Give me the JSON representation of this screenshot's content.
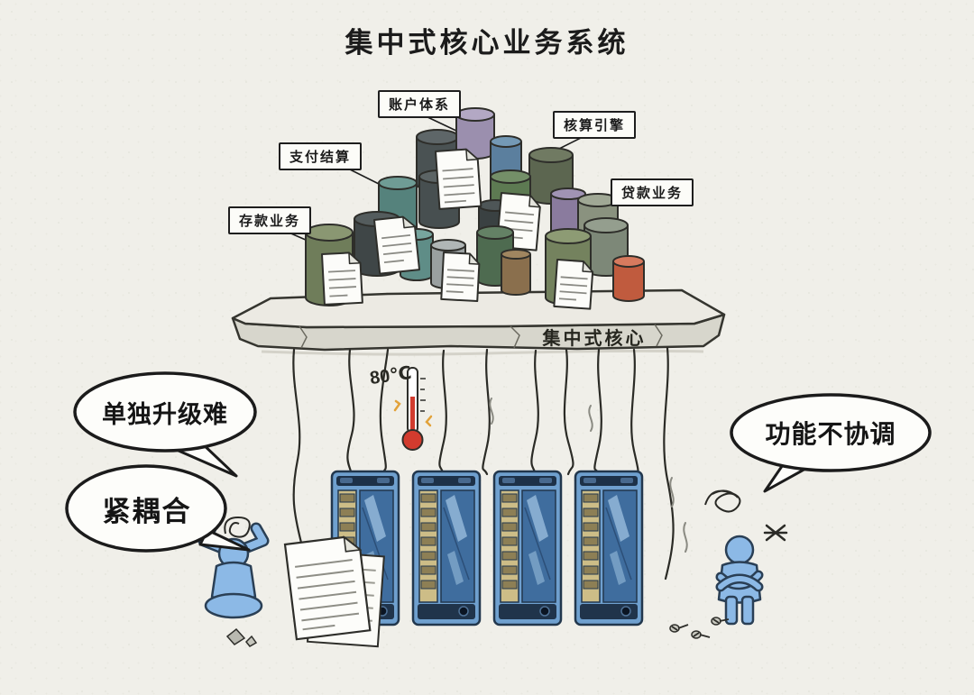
{
  "title": "集中式核心业务系统",
  "platform_label": "集中式核心",
  "module_labels": {
    "deposit": "存款业务",
    "payment": "支付结算",
    "account": "账户体系",
    "accounting": "核算引擎",
    "loan": "贷款业务"
  },
  "speech_bubbles": {
    "upgrade": "单独升级难",
    "coupling": "紧耦合",
    "coordination": "功能不协调"
  },
  "thermometer_reading": "80℃",
  "colors": {
    "background": "#f0efe9",
    "ink": "#1e1e1e",
    "server_blue": "#6fa0cf",
    "person_blue": "#8cb9e6",
    "alert_red": "#d23b2e",
    "slab_gray": "#d7d6cc"
  }
}
